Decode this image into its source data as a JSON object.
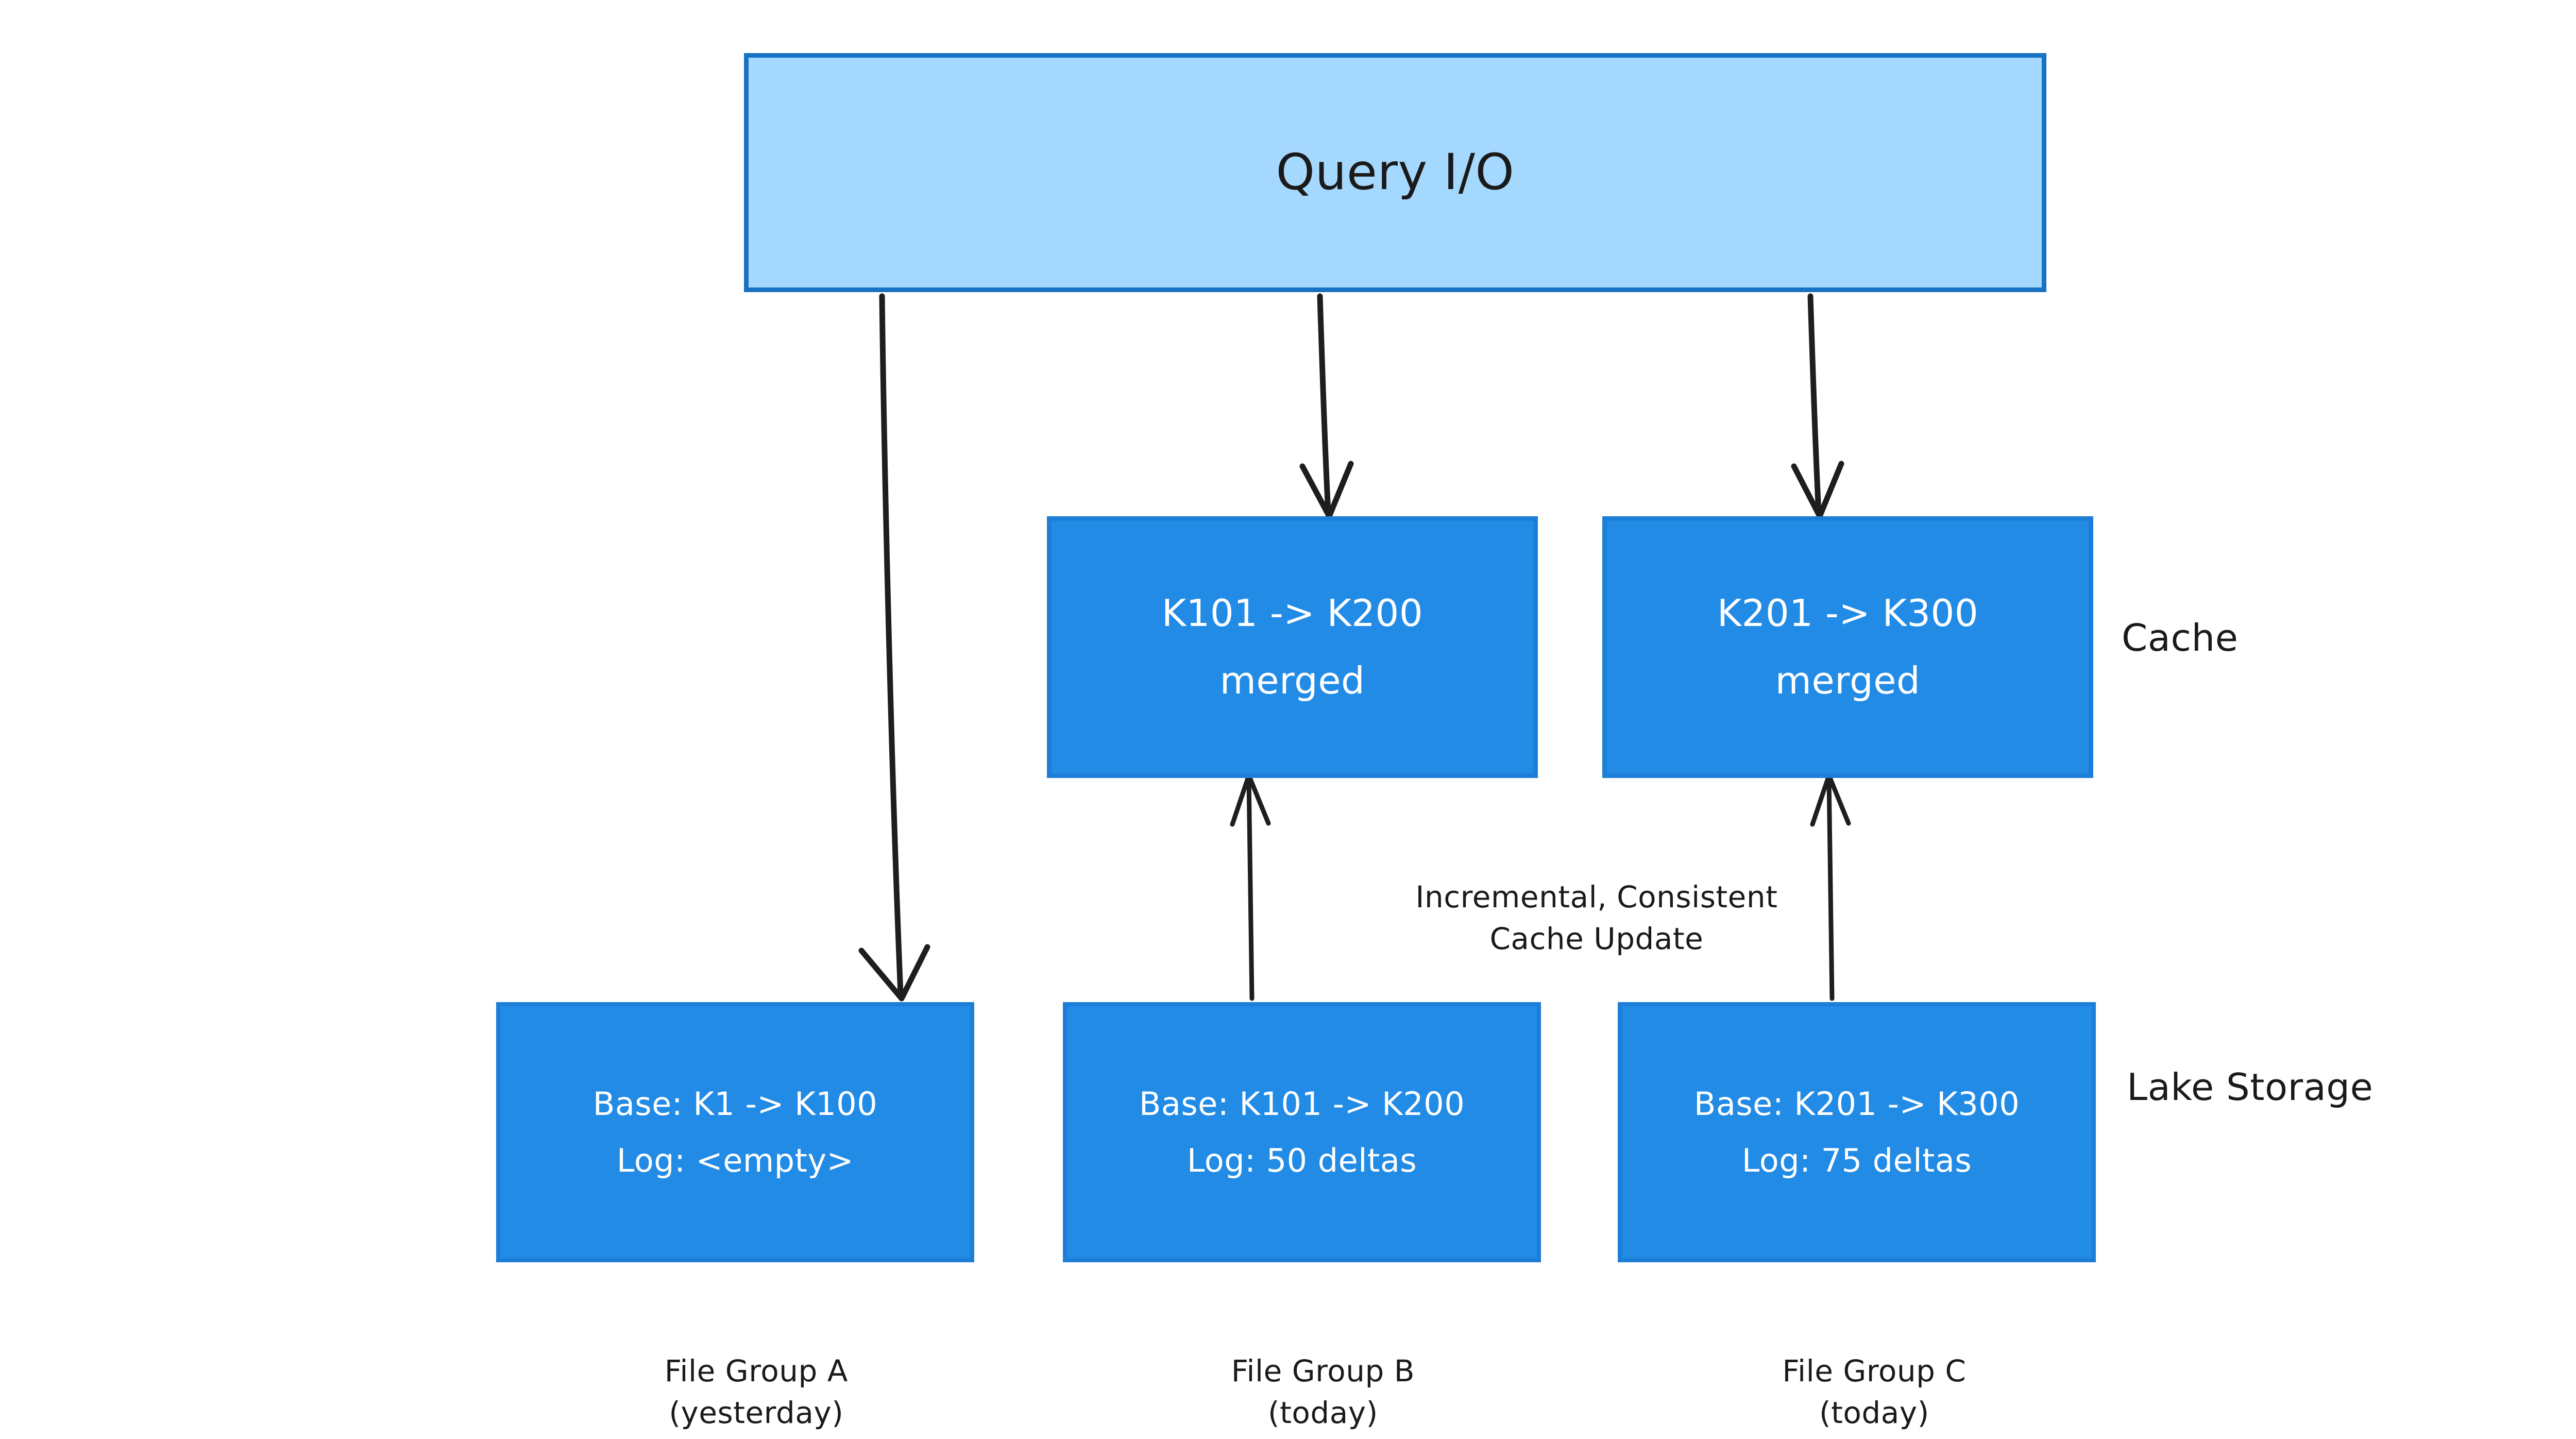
{
  "diagram": {
    "title": "Query I/O cache and lake storage layout",
    "colors": {
      "query_io_fill": "#A5D8FF",
      "query_io_stroke": "#1971C2",
      "node_fill": "#228BE6",
      "node_stroke": "#1C7ED6",
      "text_dark": "#1A1A1A",
      "text_light": "#FFFFFF",
      "arrow": "#1E1E1E",
      "background": "#FFFFFF"
    }
  },
  "query_io": {
    "label": "Query I/O"
  },
  "cache_row": {
    "side_label": "Cache",
    "nodes": [
      {
        "range": "K101 -> K200",
        "state": "merged"
      },
      {
        "range": "K201 -> K300",
        "state": "merged"
      }
    ]
  },
  "storage_row": {
    "side_label": "Lake Storage",
    "nodes": [
      {
        "base": "Base: K1 -> K100",
        "log": "Log: <empty>"
      },
      {
        "base": "Base: K101 -> K200",
        "log": "Log: 50 deltas"
      },
      {
        "base": "Base: K201 -> K300",
        "log": "Log: 75 deltas"
      }
    ]
  },
  "edge_label": {
    "line1": "Incremental, Consistent",
    "line2": "Cache Update"
  },
  "file_groups": [
    {
      "name": "File Group A",
      "when": "(yesterday)"
    },
    {
      "name": "File Group B",
      "when": "(today)"
    },
    {
      "name": "File Group C",
      "when": "(today)"
    }
  ]
}
